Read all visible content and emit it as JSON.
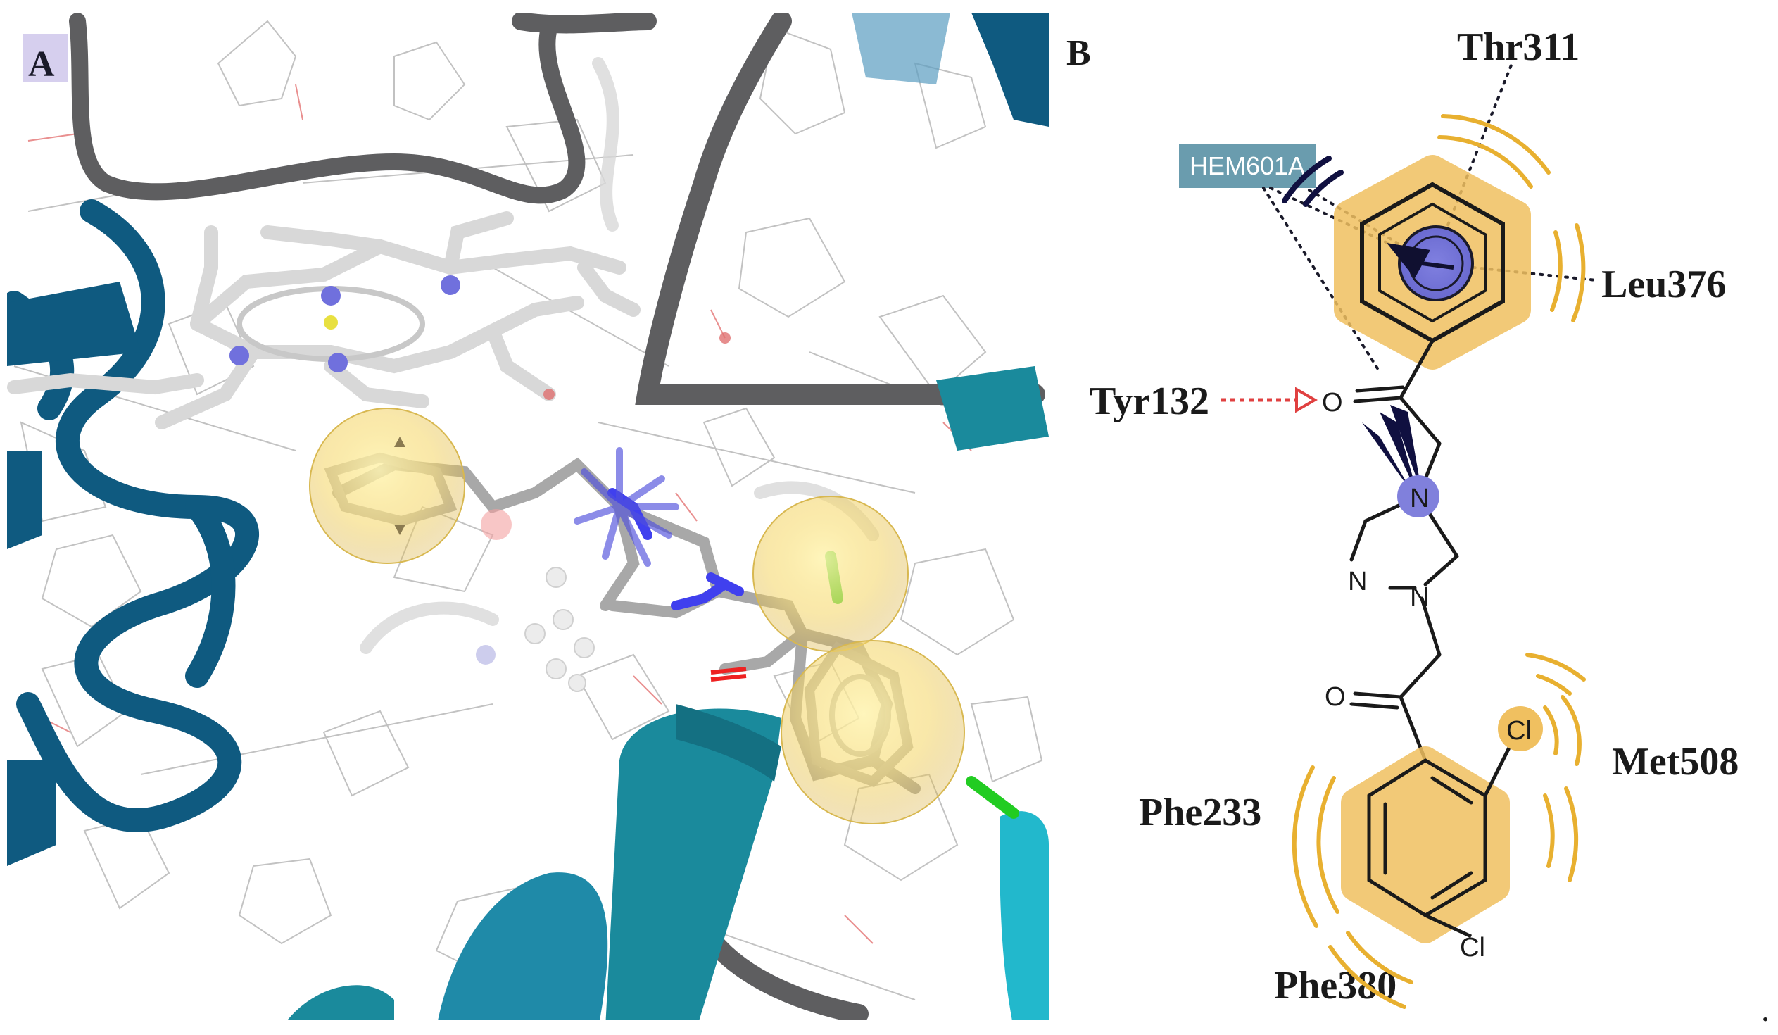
{
  "panel_a": {
    "label": "A"
  },
  "panel_b": {
    "label": "B",
    "residues": {
      "thr311": "Thr311",
      "leu376": "Leu376",
      "tyr132": "Tyr132",
      "met508": "Met508",
      "phe233": "Phe233",
      "phe380": "Phe380"
    },
    "heme_label": "HEM601A",
    "atoms": {
      "o_top": "O",
      "n_top": "N",
      "n_left": "N",
      "n_right": "N",
      "o_bottom": "O",
      "cl_ortho": "Cl",
      "cl_para": "Cl"
    }
  },
  "trailing_mark": ".",
  "colors": {
    "helix_dark": "#0f5a80",
    "helix_teal": "#1a8a9c",
    "helix_cyan": "#22b8cc",
    "loop_gray": "#5e5e60",
    "hydrophobic_yellow": "#f0c060",
    "aromatic_blue": "#7070cc",
    "heme_box": "#6a9cae",
    "hbond_red": "#e04040",
    "nitrogen_blue": "#3a3aee",
    "chlorine_green": "#22cc22"
  }
}
